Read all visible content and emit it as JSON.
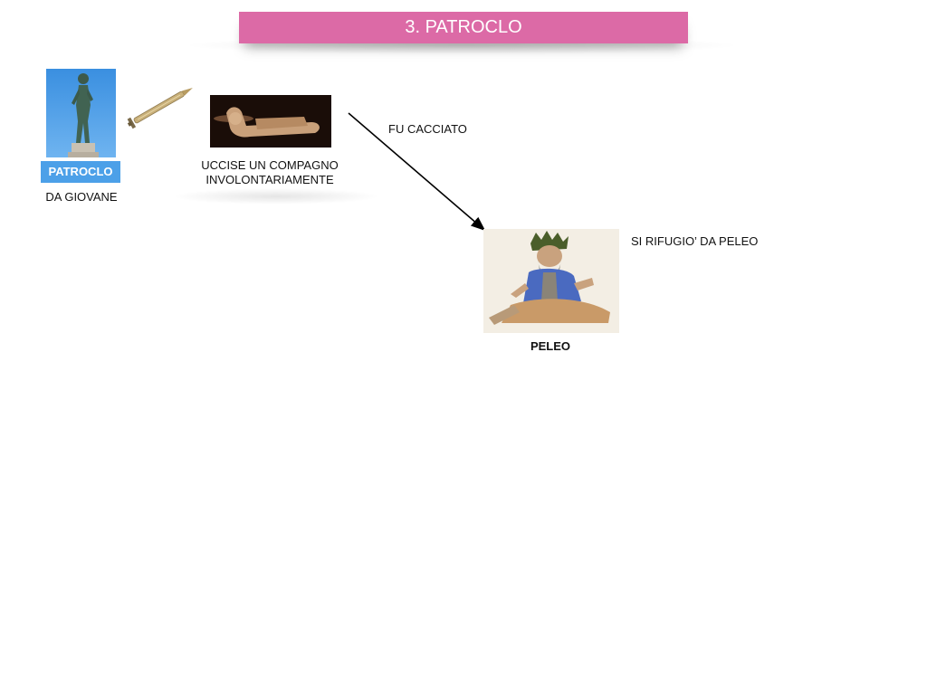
{
  "slide": {
    "title": "3. PATROCLO"
  },
  "patroclo": {
    "name_badge": "PATROCLO",
    "caption": "DA GIOVANE"
  },
  "event": {
    "caption_line1": "UCCISE UN COMPAGNO",
    "caption_line2": "INVOLONTARIAMENTE"
  },
  "arrow": {
    "label": "FU CACCIATO"
  },
  "peleo": {
    "name": "PELEO",
    "note": "SI RIFUGIO’ DA PELEO"
  },
  "colors": {
    "title_bg": "#dc6aa6",
    "badge_bg": "#4ca0e8"
  },
  "icons": {
    "statue": "statue-image",
    "sword": "sword-icon",
    "relief": "relief-image",
    "peleo": "peleo-painting"
  }
}
